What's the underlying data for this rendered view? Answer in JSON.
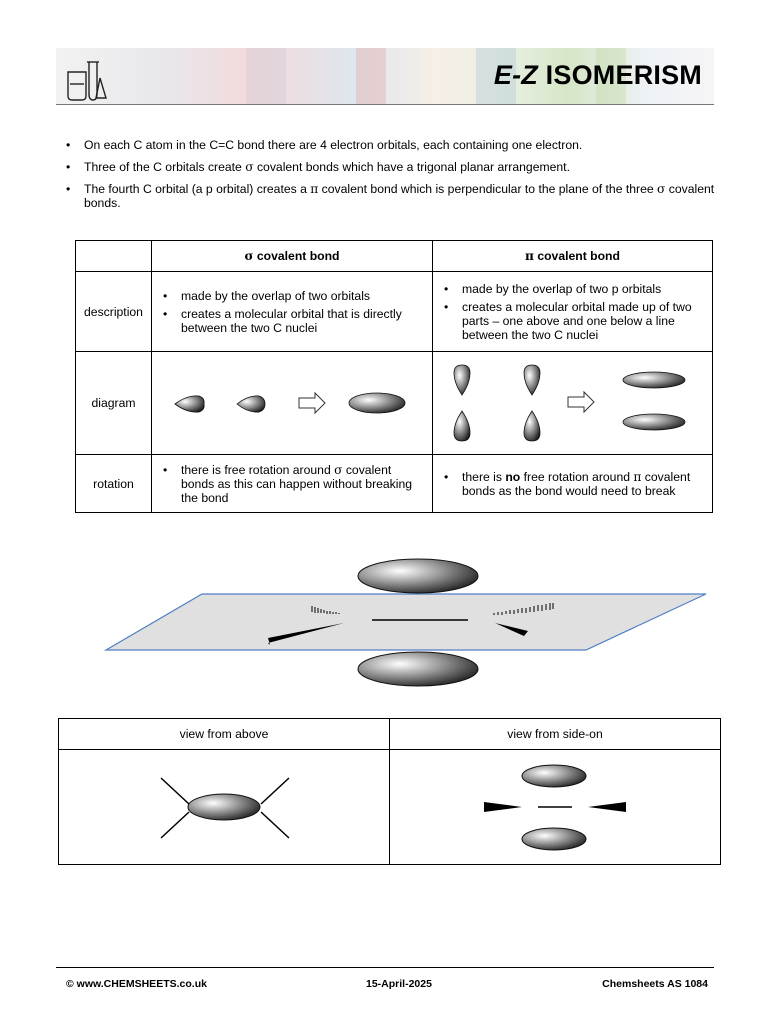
{
  "header": {
    "title_italic": "E-Z",
    "title_rest": " ISOMERISM"
  },
  "bullets": [
    {
      "text": "On each C atom in the C=C bond there are 4 electron orbitals, each containing one electron."
    },
    {
      "pre": "Three of the C orbitals create ",
      "greek": "σ",
      "post": " covalent bonds which have a trigonal planar arrangement."
    },
    {
      "pre": "The fourth C orbital (a p orbital) creates a ",
      "greek": "π",
      "mid": " covalent bond which is perpendicular to the plane of the three ",
      "greek2": "σ",
      "post": " covalent bonds."
    }
  ],
  "comparison": {
    "col_sigma": {
      "greek": "σ",
      "label": " covalent bond"
    },
    "col_pi": {
      "greek": "π",
      "label": " covalent bond"
    },
    "rows": {
      "description": {
        "label": "description",
        "sigma": [
          "made by the overlap of two orbitals",
          "creates a molecular orbital that is directly between the two C nuclei"
        ],
        "pi": [
          "made by the overlap of two p orbitals",
          "creates a molecular orbital made up of two parts – one above and one below a line between the two C nuclei"
        ]
      },
      "diagram": {
        "label": "diagram"
      },
      "rotation": {
        "label": "rotation",
        "sigma_pre": "there is free rotation around ",
        "sigma_greek": "σ",
        "sigma_post": " covalent bonds as this can happen without breaking the bond",
        "pi_pre": "there is ",
        "pi_bold": "no",
        "pi_mid": " free rotation around ",
        "pi_greek": "π",
        "pi_post": " covalent bonds as the bond would need to break"
      }
    }
  },
  "views": {
    "above": "view from above",
    "side": "view from side-on"
  },
  "footer": {
    "left": "© www.CHEMSHEETS.co.uk",
    "center": "15-April-2025",
    "right": "Chemsheets AS 1084"
  },
  "colors": {
    "plane_fill": "#e0e0e0",
    "plane_edge": "#4f7fc4"
  }
}
